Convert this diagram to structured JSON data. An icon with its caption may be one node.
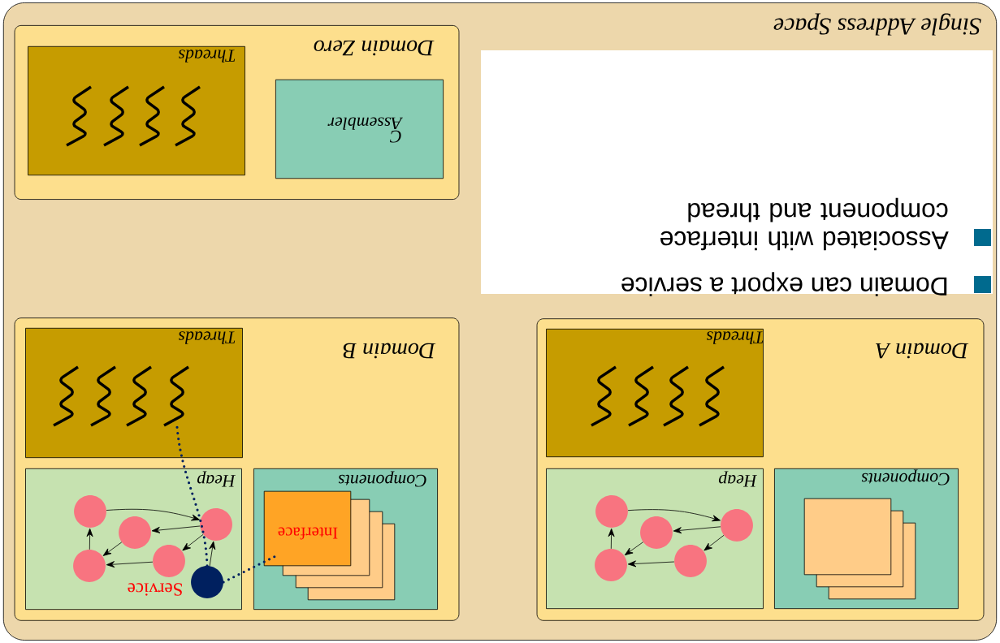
{
  "diagram": {
    "nodes": [
      {
        "text": [
          "Single Address Space"
        ]
      },
      {
        "text": [
          "Domain A"
        ],
        "in": 0
      },
      {
        "text": [
          "Components"
        ],
        "in": 1
      },
      {
        "text": [
          "Heap"
        ],
        "in": 1
      },
      {
        "text": [],
        "shape": "circle",
        "in": 3
      },
      {
        "text": [],
        "shape": "circle",
        "in": 3
      },
      {
        "text": [],
        "shape": "circle",
        "in": 3
      },
      {
        "text": [],
        "shape": "circle",
        "in": 3
      },
      {
        "text": [],
        "shape": "circle",
        "in": 3
      },
      {
        "text": [
          "Threads"
        ],
        "in": 1
      },
      {
        "text": [
          "Domain B"
        ],
        "in": 0
      },
      {
        "text": [
          "Components"
        ],
        "in": 10
      },
      {
        "text": [
          "Interface"
        ],
        "in": 11
      },
      {
        "text": [
          "Heap"
        ],
        "in": 10
      },
      {
        "text": [],
        "shape": "circle",
        "in": 13
      },
      {
        "text": [],
        "shape": "circle",
        "in": 13
      },
      {
        "text": [],
        "shape": "circle",
        "in": 13
      },
      {
        "text": [],
        "shape": "circle",
        "in": 13
      },
      {
        "text": [],
        "shape": "circle",
        "in": 13
      },
      {
        "text": [],
        "shape": "circle",
        "in": 13,
        "beside": [
          "Service"
        ]
      },
      {
        "text": [
          "Threads"
        ],
        "in": 10
      },
      {
        "text": [],
        "shape": "picture",
        "in": 20
      },
      {
        "text": [
          "Domain Zero"
        ],
        "in": 0
      },
      {
        "text": [
          "Threads"
        ],
        "in": 22
      },
      {
        "text": [
          "C Assembler"
        ],
        "in": 22
      },
      {
        "text": [],
        "shape": "box",
        "in": 2
      },
      {
        "text": [],
        "shape": "box",
        "in": 2
      },
      {
        "text": [],
        "shape": "box",
        "in": 2
      },
      {
        "text": [],
        "shape": "box",
        "in": 11
      },
      {
        "text": [],
        "shape": "box",
        "in": 11
      },
      {
        "text": [],
        "shape": "box",
        "in": 11
      }
    ],
    "edges": [
      {
        "from": 4,
        "to": 6,
        "arrow": "to"
      },
      {
        "from": 6,
        "to": 5,
        "arrow": "to"
      },
      {
        "from": 6,
        "to": 8,
        "arrow": "to"
      },
      {
        "from": 5,
        "to": 7,
        "arrow": "to"
      },
      {
        "from": 8,
        "to": 7,
        "arrow": "to"
      },
      {
        "from": 7,
        "to": 4,
        "arrow": "to"
      },
      {
        "from": 14,
        "to": 16,
        "arrow": "to"
      },
      {
        "from": 16,
        "to": 15,
        "arrow": "to"
      },
      {
        "from": 16,
        "to": 18,
        "arrow": "to"
      },
      {
        "from": 15,
        "to": 17,
        "arrow": "to"
      },
      {
        "from": 18,
        "to": 17,
        "arrow": "to"
      },
      {
        "from": 17,
        "to": 14,
        "arrow": "to"
      },
      {
        "from": 19,
        "to": 16,
        "arrow": "to"
      },
      {
        "from": 19,
        "to": 12,
        "arrow": "none",
        "style": "dashed",
        "color": "#00205f"
      },
      {
        "from": 19,
        "to": 21,
        "arrow": "none",
        "style": "dashed",
        "color": "#00205f"
      }
    ],
    "labels": [
      "Domain can export a service",
      "Associated with interface component and thread"
    ]
  }
}
